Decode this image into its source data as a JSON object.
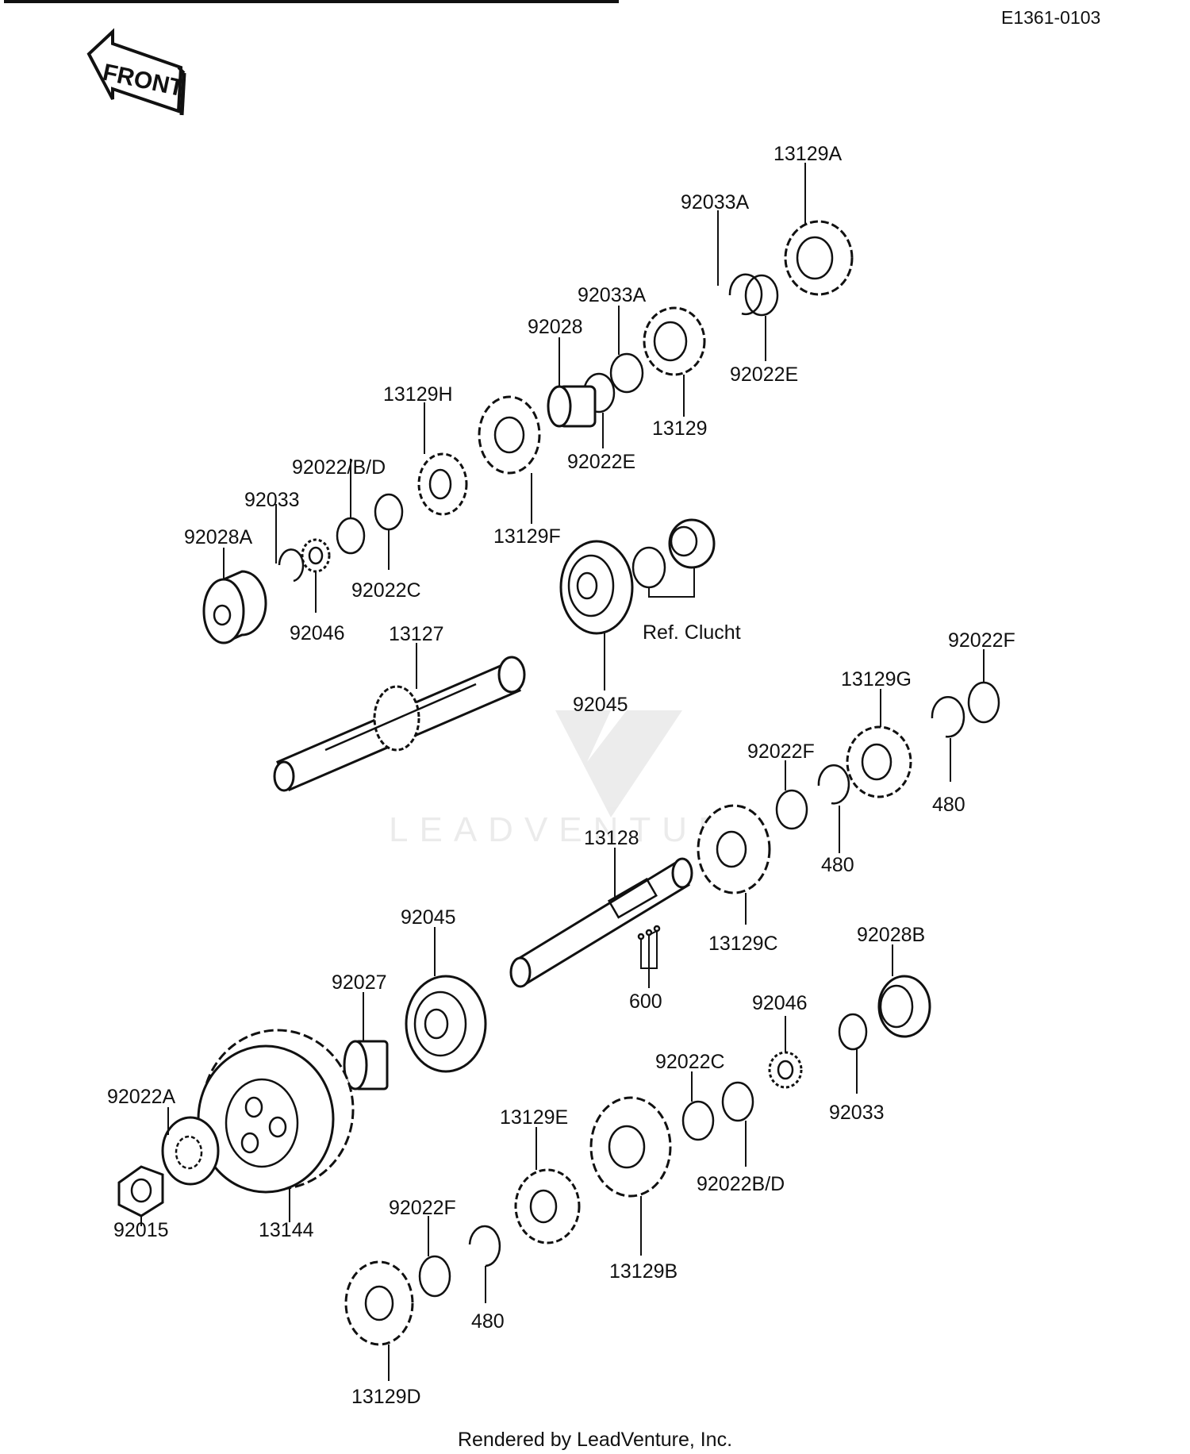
{
  "diagram": {
    "ref_code": "E1361-0103",
    "front_tag": "FRONT",
    "footer": "Rendered by LeadVenture, Inc.",
    "watermark": "LEADVENTURE",
    "ref_note": "Ref. Clucht",
    "labels": {
      "l_13129A": "13129A",
      "l_92033A_top": "92033A",
      "l_92033A_mid": "92033A",
      "l_92028": "92028",
      "l_92022E_right": "92022E",
      "l_13129": "13129",
      "l_92022E_mid": "92022E",
      "l_13129H": "13129H",
      "l_92022BD_top": "92022/B/D",
      "l_92033_top": "92033",
      "l_92028A": "92028A",
      "l_13129F": "13129F",
      "l_92022C_top": "92022C",
      "l_92046_top": "92046",
      "l_13127": "13127",
      "l_92045_top": "92045",
      "l_92022F_top": "92022F",
      "l_13129G": "13129G",
      "l_92022F_mid": "92022F",
      "l_480_right": "480",
      "l_480_mid": "480",
      "l_13128": "13128",
      "l_13129C": "13129C",
      "l_92045_low": "92045",
      "l_600": "600",
      "l_92028B": "92028B",
      "l_92027": "92027",
      "l_92046_low": "92046",
      "l_92022C_low": "92022C",
      "l_92033_low": "92033",
      "l_92022A": "92022A",
      "l_13129E": "13129E",
      "l_92022BD_low": "92022B/D",
      "l_92015": "92015",
      "l_13144": "13144",
      "l_92022F_low": "92022F",
      "l_13129B": "13129B",
      "l_480_low": "480",
      "l_13129D": "13129D"
    }
  }
}
